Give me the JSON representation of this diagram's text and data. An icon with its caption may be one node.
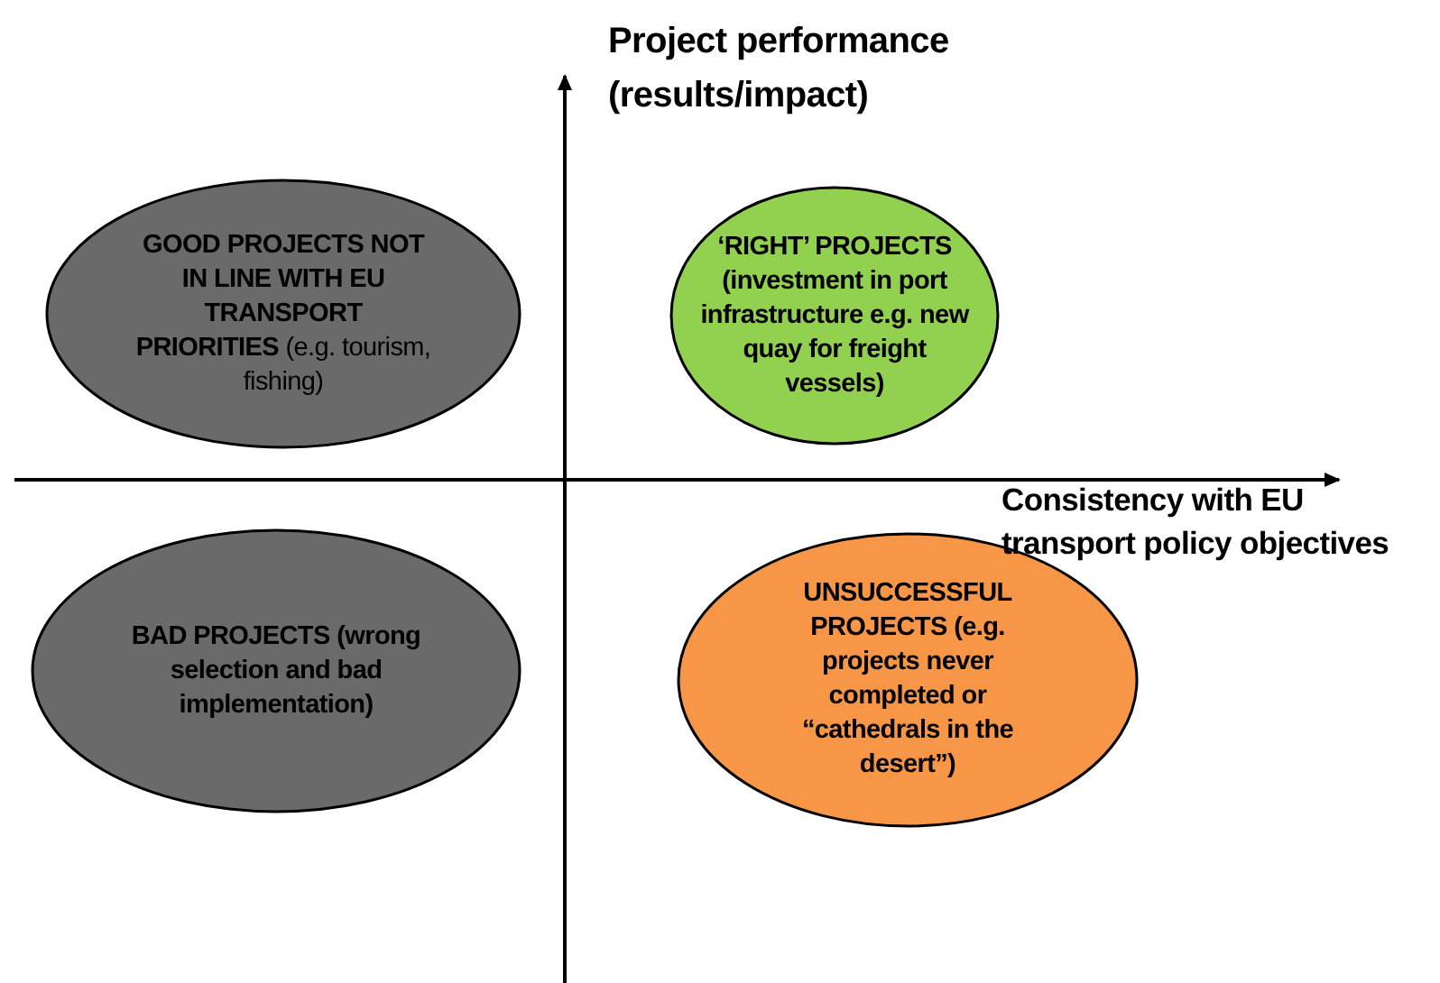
{
  "diagram": {
    "nodes": [
      {
        "text": [
          "**GOOD PROJECTS NOT IN LINE WITH EU TRANSPORT PRIORITIES** (e.g. tourism, fishing)"
        ]
      },
      {
        "text": [
          "‘RIGHT’ PROJECTS (investment in port infrastructure e.g. new quay for freight vessels)"
        ]
      },
      {
        "text": [
          "BAD PROJECTS (wrong selection and bad implementation)"
        ]
      },
      {
        "text": [
          "UNSUCCESSFUL PROJECTS (e.g. projects never completed or “cathedrals in the desert”)"
        ]
      }
    ],
    "edges": [],
    "labels": [
      "Project performance (results/impact)",
      "Consistency with EU transport policy objectives"
    ]
  }
}
